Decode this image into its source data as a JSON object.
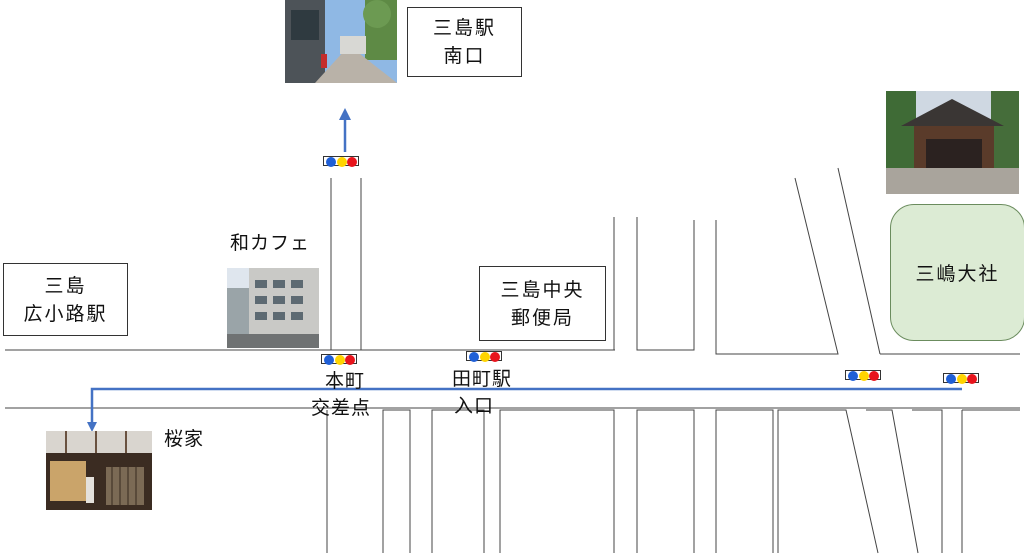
{
  "stations": {
    "mishima_south": {
      "line1": "三島駅",
      "line2": "南口"
    },
    "hirokoji": {
      "line1": "三島",
      "line2": "広小路駅"
    }
  },
  "landmarks": {
    "post_office": {
      "line1": "三島中央",
      "line2": "郵便局"
    },
    "shrine": "三嶋大社",
    "cafe": "和カフェ",
    "sakuraya": "桜家"
  },
  "intersections": {
    "honmachi": {
      "line1": "本町",
      "line2": "交差点"
    },
    "tamachi": {
      "line1": "田町駅",
      "line2": "入口"
    }
  },
  "colors": {
    "route": "#4472c4",
    "signal_blue": "#1f5fd6",
    "signal_yellow": "#ffd400",
    "signal_red": "#e8141c",
    "shrine_fill": "#dcebd4"
  }
}
